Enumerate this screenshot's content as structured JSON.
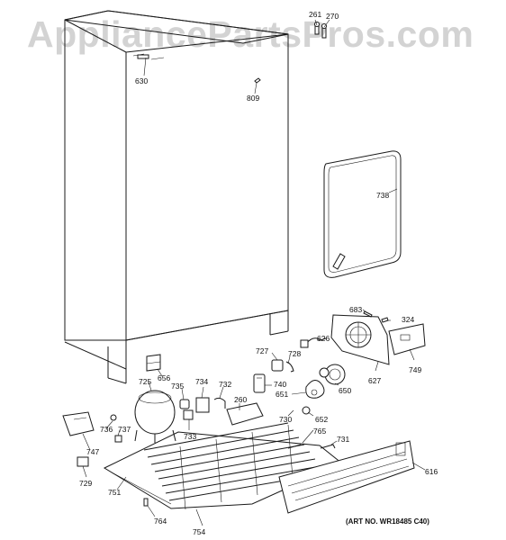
{
  "watermark": "AppliancePartsPros.com",
  "art_number": "(ART NO. WR18485 C40)",
  "callouts": {
    "c261": "261",
    "c270": "270",
    "c630": "630",
    "c809": "809",
    "c738": "738",
    "c683": "683",
    "c324": "324",
    "c626": "626",
    "c749": "749",
    "c627": "627",
    "c727": "727",
    "c728": "728",
    "c656": "656",
    "c725": "725",
    "c735": "735",
    "c734": "734",
    "c732": "732",
    "c260": "260",
    "c740": "740",
    "c651": "651",
    "c650": "650",
    "c730": "730",
    "c652": "652",
    "c765": "765",
    "c731": "731",
    "c736": "736",
    "c737": "737",
    "c733": "733",
    "c747": "747",
    "c729": "729",
    "c751": "751",
    "c764": "764",
    "c754": "754",
    "c616": "616"
  }
}
